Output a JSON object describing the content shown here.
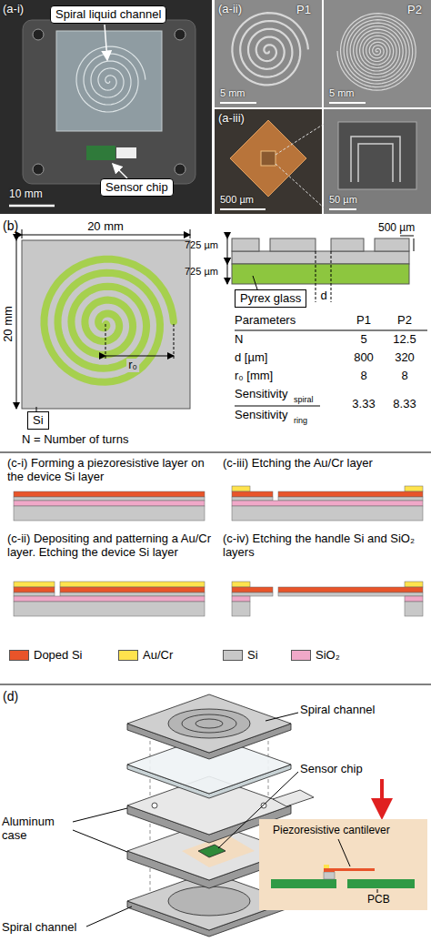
{
  "diagram": {
    "nodes": [
      {
        "text": [
          "Spiral liquid channel"
        ]
      },
      {
        "text": [
          "Sensor chip"
        ]
      },
      {
        "text": [
          "Si"
        ]
      },
      {
        "text": [
          "Pyrex glass"
        ]
      }
    ],
    "labels": [
      "(a-i)",
      "10 mm",
      "(a-ii)",
      "P1",
      "P2",
      "5 mm",
      "5 mm",
      "(a-iii)",
      "500 µm",
      "50 µm",
      "(b)",
      "20 mm",
      "20 mm",
      "r₀",
      "N = Number of turns",
      "725 µm",
      "725 µm",
      "500 µm",
      "d",
      "Parameters",
      "P1",
      "P2",
      "N",
      "5",
      "12.5",
      "d [µm]",
      "800",
      "320",
      "r₀ [mm]",
      "8",
      "8",
      "Sensitivity",
      "spiral",
      "Sensitivity",
      "ring",
      "3.33",
      "8.33",
      "(c-i) Forming a piezoresistive layer on the device Si layer",
      "(c-ii) Depositing and patterning a Au/Cr layer. Etching the device Si layer",
      "(c-iii) Etching the Au/Cr layer",
      "(c-iv) Etching the handle Si and SiO₂ layers",
      "(d)",
      "Spiral channel",
      "Aluminum case",
      "Sensor chip",
      "Spiral channel",
      "Piezoresistive cantilever",
      "PCB"
    ],
    "legend": [
      {
        "text": "Doped Si",
        "color": "#e8542a"
      },
      {
        "text": "Au/Cr",
        "color": "#ffe34d"
      },
      {
        "text": "Si",
        "color": "#c8c8c8"
      },
      {
        "text": "SiO₂",
        "color": "#f0a8c8"
      }
    ]
  }
}
